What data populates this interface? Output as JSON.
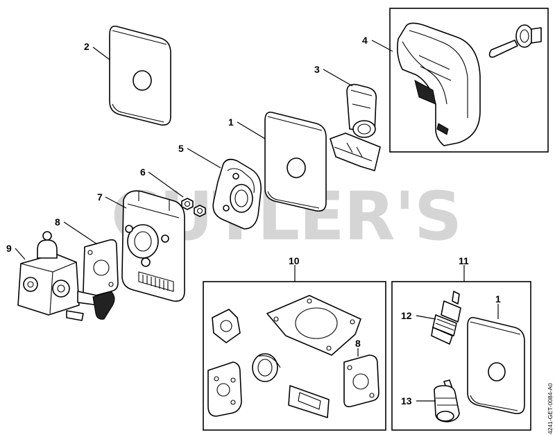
{
  "watermark": "CUTLER'S",
  "document_id": "4241-GET-0084-A0",
  "callouts": {
    "c1_main": "1",
    "c2": "2",
    "c3": "3",
    "c4": "4",
    "c5": "5",
    "c6": "6",
    "c7": "7",
    "c8_main": "8",
    "c9": "9",
    "c10": "10",
    "c8_kit": "8",
    "c11": "11",
    "c12": "12",
    "c1_kit": "1",
    "c13": "13"
  }
}
